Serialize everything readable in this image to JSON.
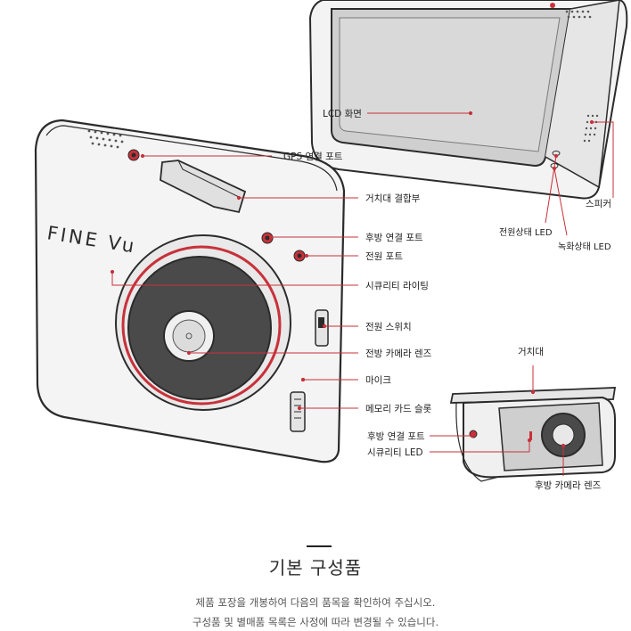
{
  "brand": {
    "logo_text": "FINE Vu"
  },
  "callouts": {
    "lcd": "LCD 화면",
    "gps_port": "GPS 연결 포트",
    "mount_joint": "거치대 결합부",
    "rear_port": "후방 연결 포트",
    "power_port": "전원 포트",
    "security_light": "시큐리티 라이팅",
    "power_switch": "전원 스위치",
    "front_lens": "전방 카메라 렌즈",
    "mic": "마이크",
    "sd_slot": "메모리 카드 슬롯",
    "speaker": "스피커",
    "power_led": "전원상태 LED",
    "rec_led": "녹화상태 LED"
  },
  "rear_camera": {
    "mount": "거치대",
    "rear_port": "후방 연결 포트",
    "security_led": "시큐리티 LED",
    "rear_lens": "후방 카메라 렌즈"
  },
  "section": {
    "title": "기본 구성품",
    "desc_line1": "제품 포장을 개봉하여 다음의 품목을 확인하여 주십시오.",
    "desc_line2": "구성품 및 별매품 목록은 사정에 따라 변경될 수 있습니다."
  },
  "colors": {
    "accent_red": "#c8313a",
    "outline": "#2b2b2b",
    "lens_dark": "#4a4a4a"
  }
}
